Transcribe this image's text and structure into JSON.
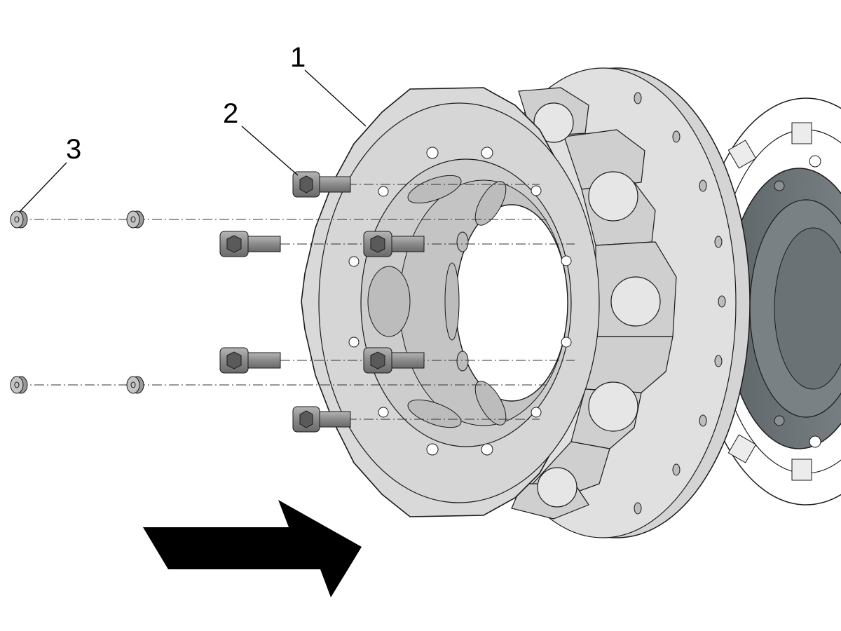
{
  "callouts": [
    {
      "id": "callout-1",
      "label": "1"
    },
    {
      "id": "callout-2",
      "label": "2"
    },
    {
      "id": "callout-3",
      "label": "3"
    }
  ],
  "colors": {
    "ring_light": "#d9d9d9",
    "ring_mid": "#c8c8c8",
    "ring_dark": "#a8a8a8",
    "hub_dark": "#6e7478",
    "bolt": "#8f8f8f",
    "arrow": "#000000",
    "outline": "#1a1a1a"
  },
  "icons": {
    "direction": "arrow-right-icon",
    "bolt": "socket-head-cap-screw-icon",
    "set_screw": "set-screw-icon"
  }
}
